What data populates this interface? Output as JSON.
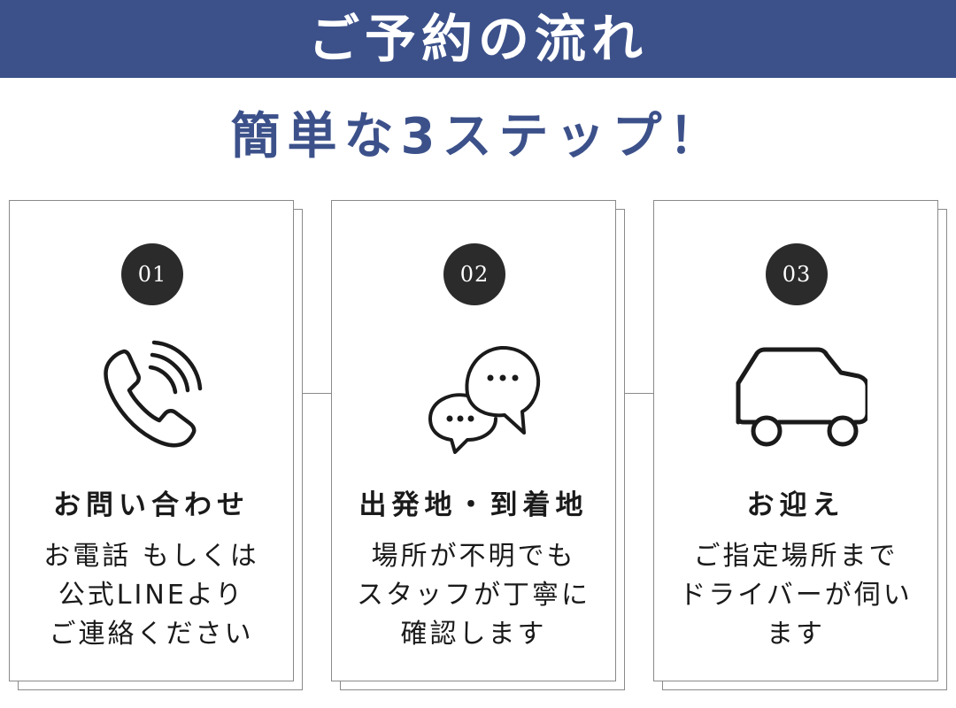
{
  "colors": {
    "header_bg": "#3c518a",
    "title_text": "#3c518a"
  },
  "header": {
    "title": "ご予約の流れ"
  },
  "subtitle": "簡単な3ステップ！",
  "steps": [
    {
      "number": "01",
      "icon": "phone-icon",
      "title": "お問い合わせ",
      "lines": [
        "お電話 もしくは",
        "公式LINEより",
        "ご連絡ください"
      ]
    },
    {
      "number": "02",
      "icon": "chat-bubbles-icon",
      "title": "出発地・到着地",
      "lines": [
        "場所が不明でも",
        "スタッフが丁寧に",
        "確認します"
      ]
    },
    {
      "number": "03",
      "icon": "car-icon",
      "title": "お迎え",
      "lines": [
        "ご指定場所まで",
        "ドライバーが伺い",
        "ます"
      ]
    }
  ]
}
